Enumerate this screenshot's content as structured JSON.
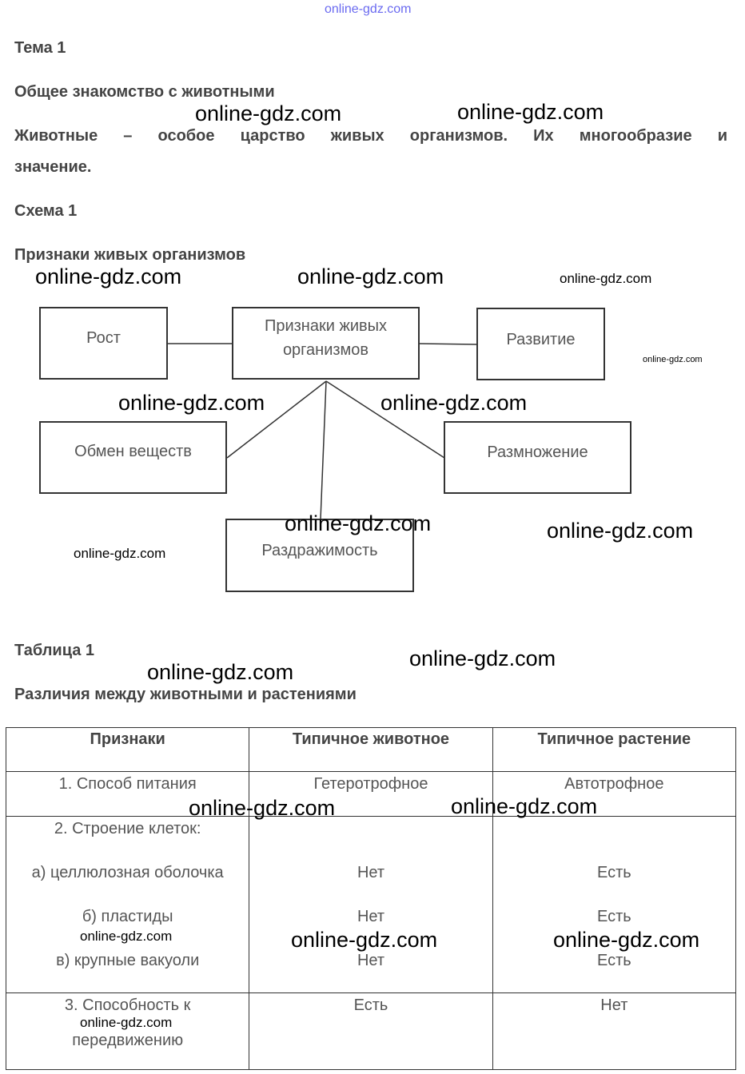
{
  "watermark": "online-gdz.com",
  "topic": "Тема 1",
  "subtitle": "Общее знакомство с животными",
  "intro_line1": "Животные – особое царство живых организмов. Их многообразие и",
  "intro_line2": "значение.",
  "scheme_label": "Схема 1",
  "scheme_title": "Признаки живых организмов",
  "diagram": {
    "center_line1": "Признаки живых",
    "center_line2": "организмов",
    "growth": "Рост",
    "development": "Развитие",
    "metabolism": "Обмен веществ",
    "reproduction": "Размножение",
    "irritability": "Раздражимость"
  },
  "table_label": "Таблица 1",
  "table_title": "Различия между животными и растениями",
  "table": {
    "headers": [
      "Признаки",
      "Типичное животное",
      "Типичное растение"
    ],
    "row1": [
      "1. Способ питания",
      "Гетеротрофное",
      "Автотрофное"
    ],
    "row2": {
      "label": "2. Строение клеток:",
      "items": [
        [
          "а) целлюлозная оболочка",
          "Нет",
          "Есть"
        ],
        [
          "б) пластиды",
          "Нет",
          "Есть"
        ],
        [
          "в) крупные вакуоли",
          "Нет",
          "Есть"
        ]
      ]
    },
    "row3": [
      "3. Способность к",
      "передвижению",
      "Есть",
      "Нет"
    ]
  }
}
